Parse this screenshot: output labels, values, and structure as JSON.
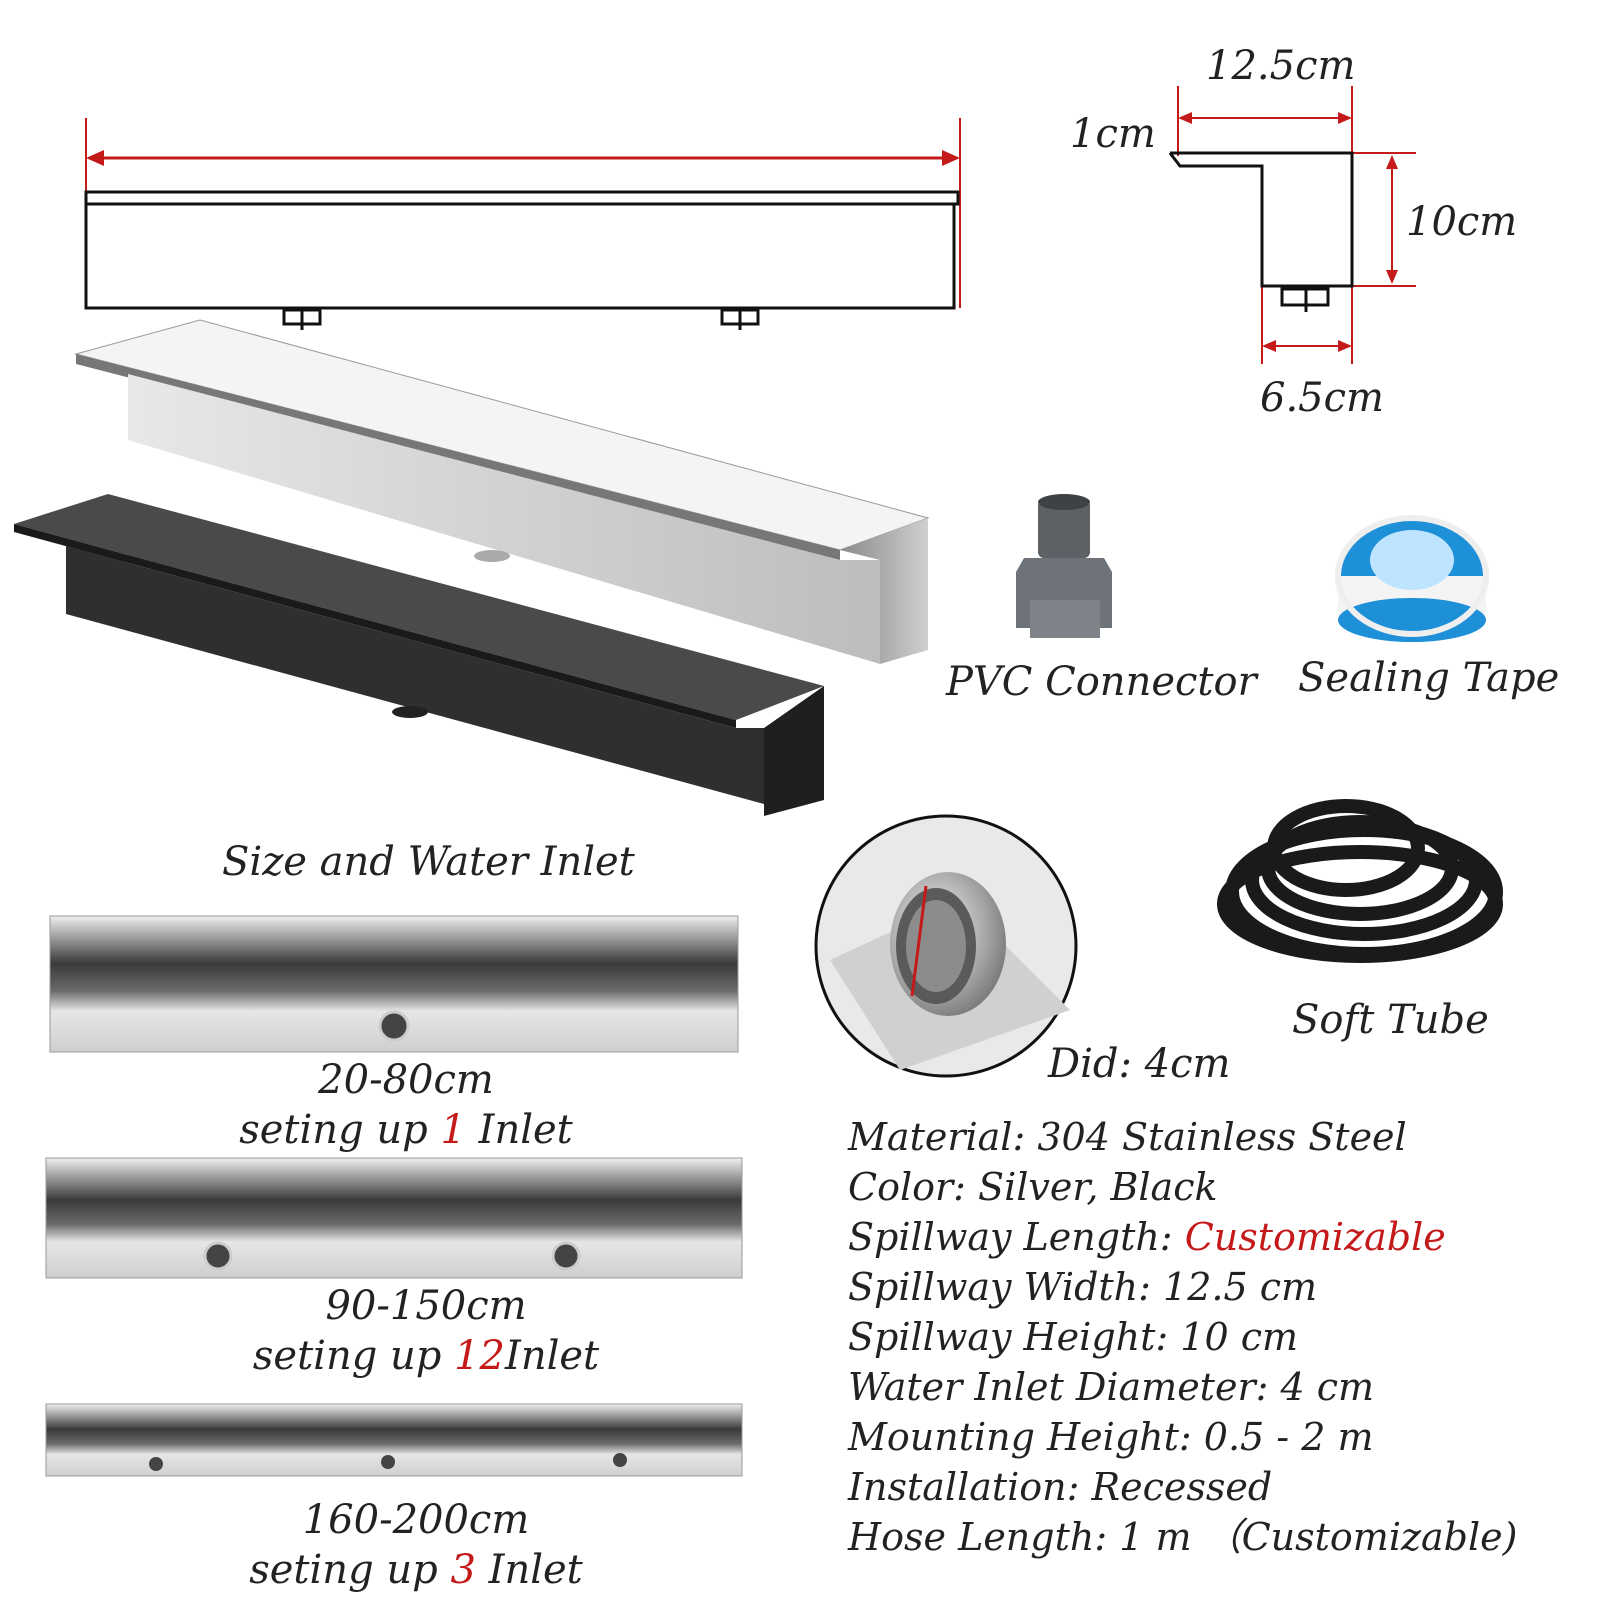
{
  "dimensions": {
    "width_label": "12.5cm",
    "lip_label": "1cm",
    "height_label": "10cm",
    "base_label": "6.5cm",
    "hole_label": "Did: 4cm"
  },
  "captions": {
    "main": "Size and Water Inlet",
    "pvc": "PVC Connector",
    "tape": "Sealing Tape",
    "tube": "Soft Tube"
  },
  "inlet_options": [
    {
      "range": "20-80cm",
      "prefix": "seting up ",
      "count": "1",
      "suffix": " Inlet"
    },
    {
      "range": "90-150cm",
      "prefix": "seting up ",
      "count": "12",
      "suffix": "Inlet"
    },
    {
      "range": "160-200cm",
      "prefix": "seting up ",
      "count": "3",
      "suffix": " Inlet"
    }
  ],
  "specs": [
    {
      "label": "Material: ",
      "value": "304 Stainless Steel",
      "highlight": false
    },
    {
      "label": "Color: ",
      "value": "Silver, Black",
      "highlight": false
    },
    {
      "label": "Spillway Length: ",
      "value": "Customizable",
      "highlight": true
    },
    {
      "label": "Spillway Width: ",
      "value": "12.5 cm",
      "highlight": false
    },
    {
      "label": "Spillway Height: ",
      "value": "10 cm",
      "highlight": false
    },
    {
      "label": "Water Inlet Diameter: ",
      "value": "4 cm",
      "highlight": false
    },
    {
      "label": "Mounting Height: ",
      "value": "0.5 - 2 m",
      "highlight": false
    },
    {
      "label": "Installation: ",
      "value": "Recessed",
      "highlight": false
    },
    {
      "label": "Hose Length: ",
      "value": "1 m （Customizable)",
      "highlight": false
    }
  ],
  "colors": {
    "accent": "#c41a1a",
    "silver": "#d9d9d9",
    "black": "#2b2b2b",
    "tape_blue": "#1e90d8"
  }
}
